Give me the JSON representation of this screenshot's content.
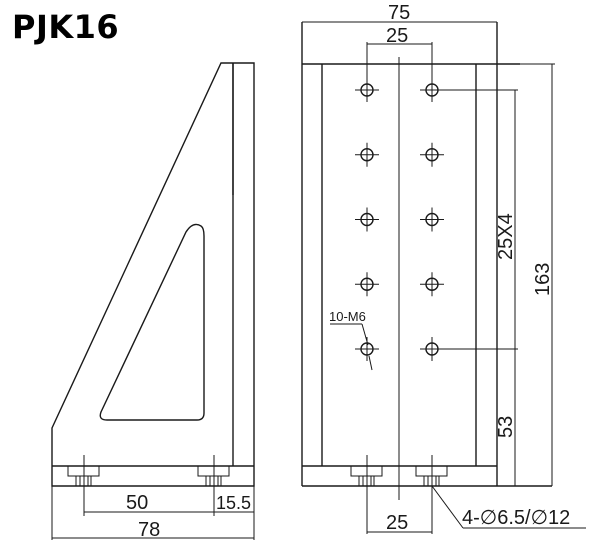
{
  "title": "PJK16",
  "side_view": {
    "dims": {
      "overall_width": "78",
      "bolt_spacing": "50",
      "edge_offset": "15.5"
    }
  },
  "front_view": {
    "dims": {
      "overall_width": "75",
      "hole_pitch_x": "25",
      "bottom_slot_pitch": "25",
      "hole_pitch_y": "25X4",
      "overall_height": "163",
      "bottom_offset": "53"
    },
    "callouts": {
      "tapped_holes": "10-M6",
      "mounting_holes": "4-∅6.5/∅12"
    },
    "hole_grid": {
      "columns": 2,
      "rows": 5
    }
  },
  "colors": {
    "line": "#1a1a1a",
    "background": "#ffffff"
  }
}
